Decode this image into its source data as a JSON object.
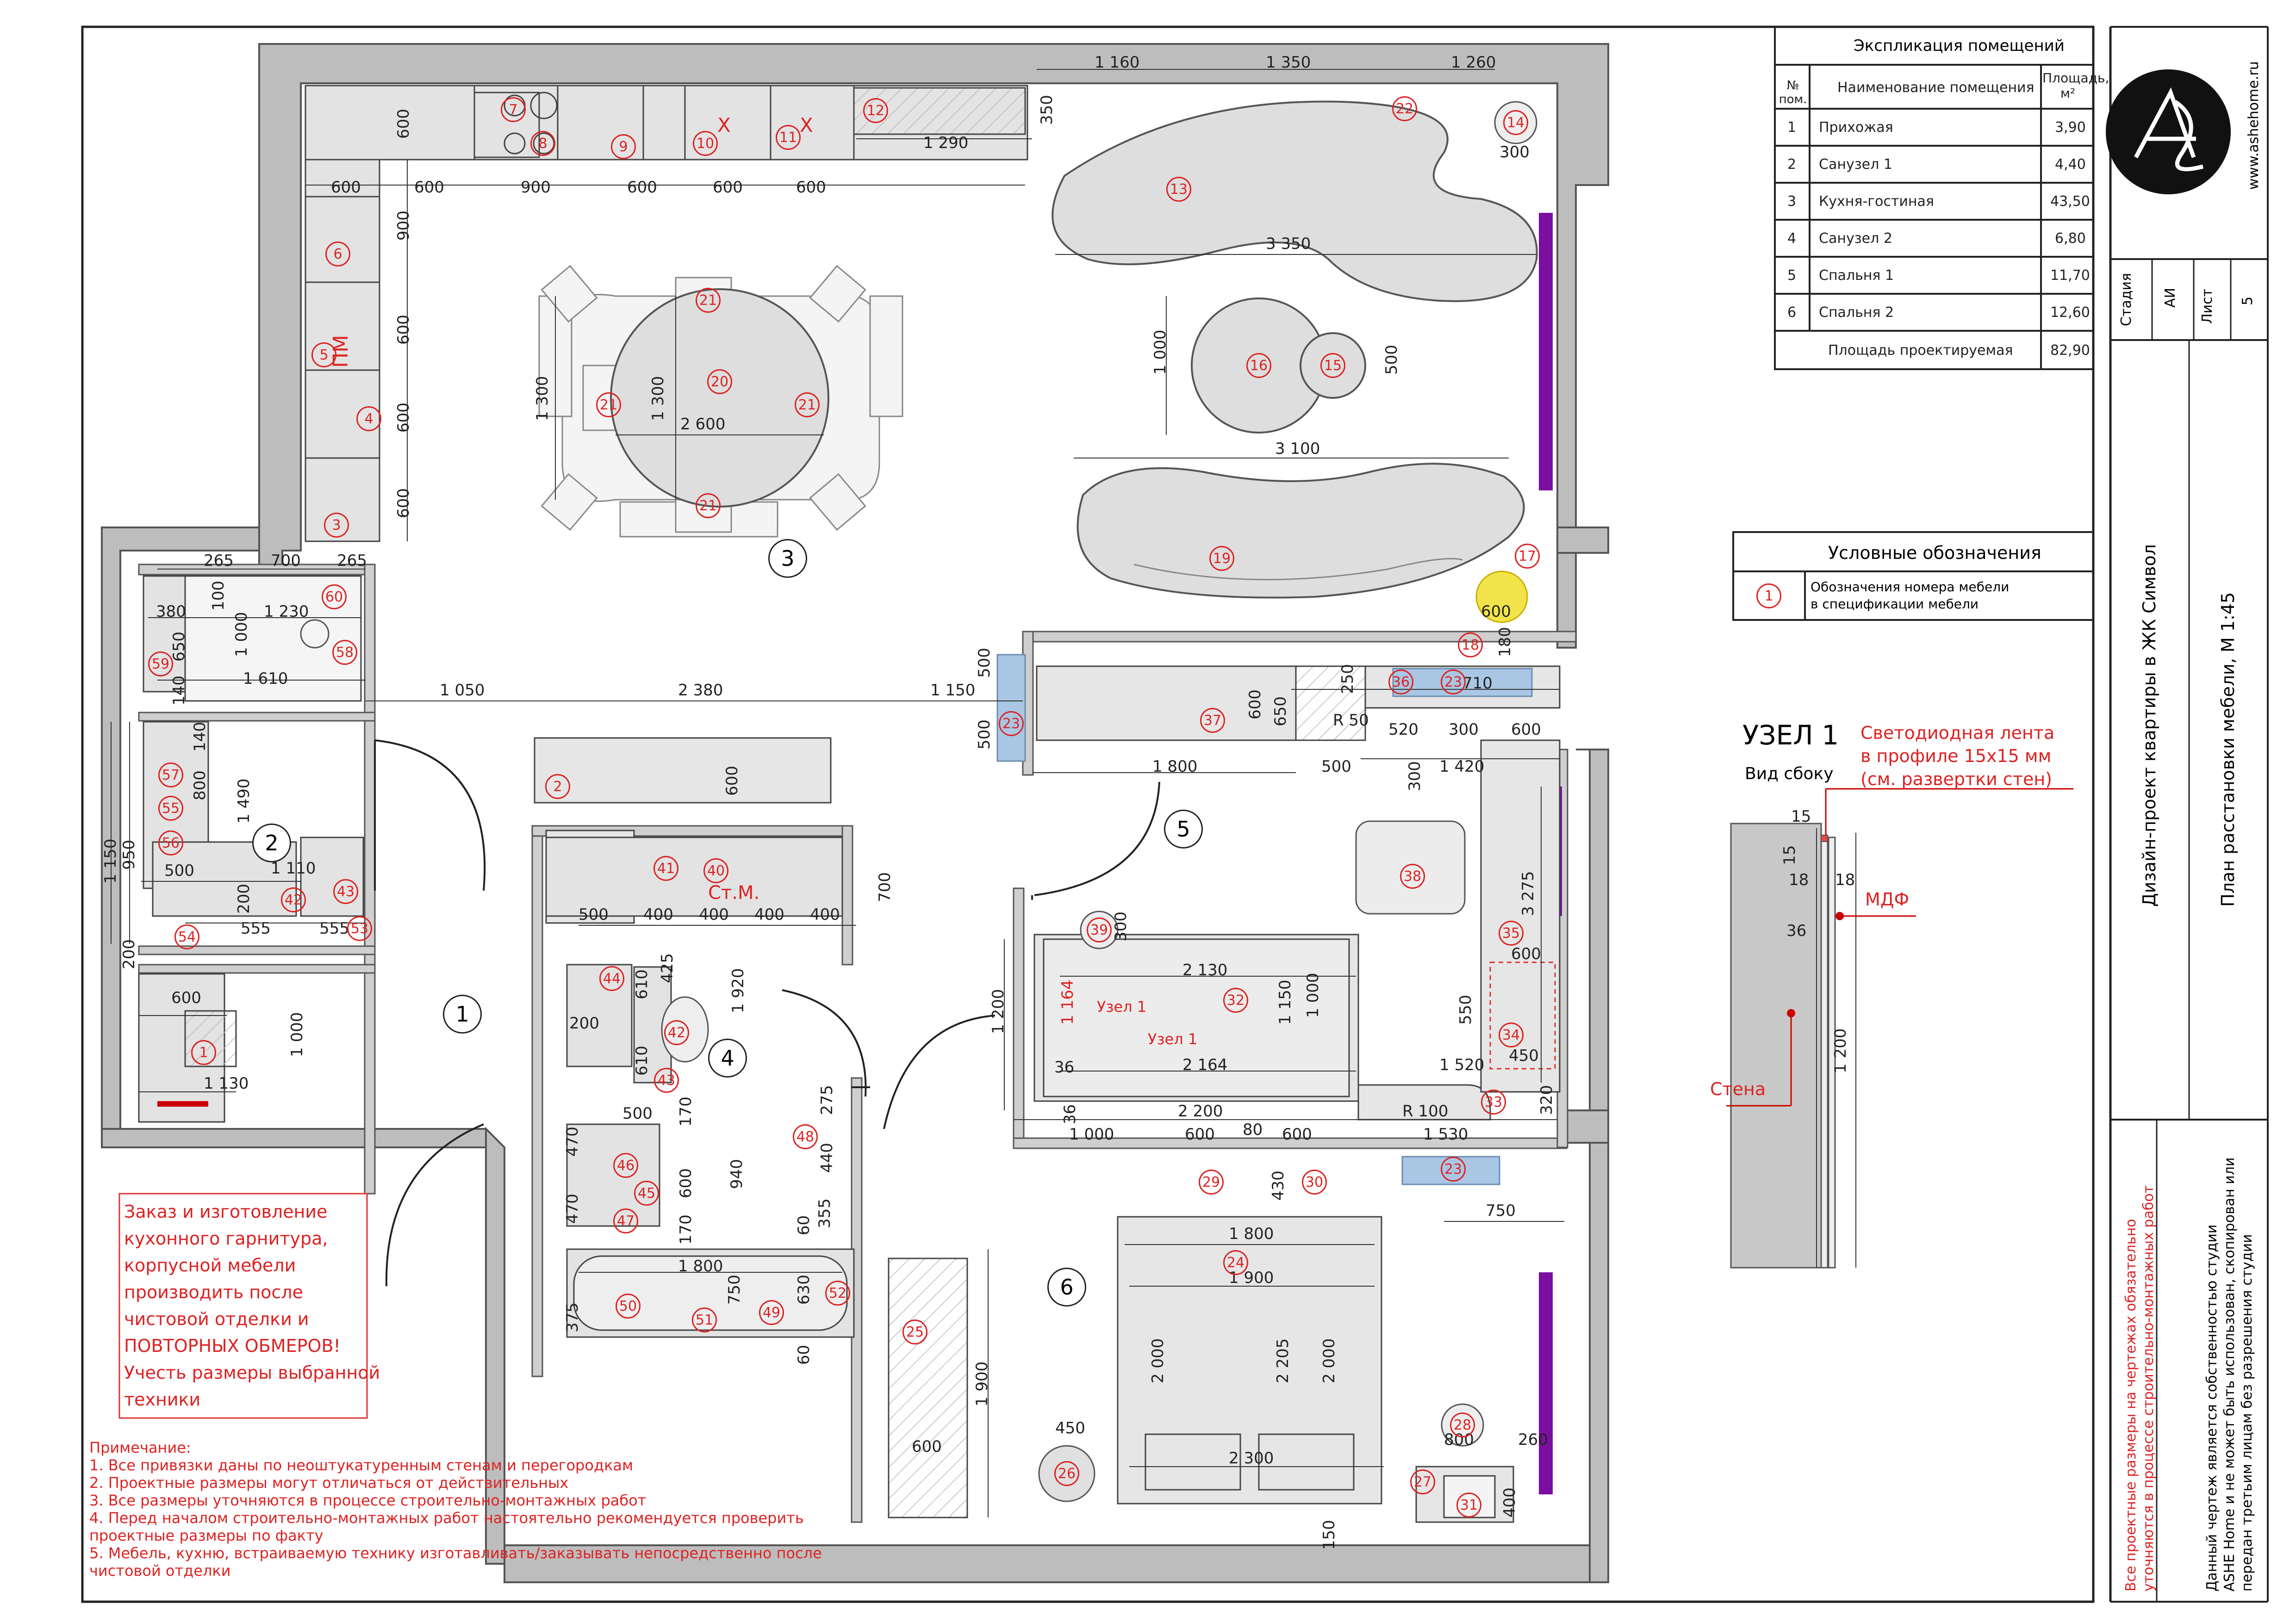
{
  "room_table": {
    "title": "Экспликация помещений",
    "headers": [
      "№ пом.",
      "Наименование помещения",
      "Площадь, м²"
    ],
    "rows": [
      {
        "num": "1",
        "name": "Прихожая",
        "area": "3,90"
      },
      {
        "num": "2",
        "name": "Санузел 1",
        "area": "4,40"
      },
      {
        "num": "3",
        "name": "Кухня-гостиная",
        "area": "43,50"
      },
      {
        "num": "4",
        "name": "Санузел 2",
        "area": "6,80"
      },
      {
        "num": "5",
        "name": "Спальня 1",
        "area": "11,70"
      },
      {
        "num": "6",
        "name": "Спальня 2",
        "area": "12,60"
      }
    ],
    "total_label": "Площадь проектируемая",
    "total_value": "82,90"
  },
  "legend": {
    "title": "Условные обозначения",
    "symbol": "1",
    "text_line1": "Обозначения номера мебели",
    "text_line2": "в спецификации мебели"
  },
  "stamp": {
    "stage_label": "Стадия",
    "stage_value": "АИ",
    "sheet_label": "Лист",
    "sheet_value": "5",
    "website": "www.ashehome.ru",
    "project_title": "Дизайн-проект квартиры в ЖК Символ",
    "sheet_title": "План расстановки мебели, М 1:45"
  },
  "disclaimer": {
    "red_line1": "Все проектные размеры на чертежах обязательно",
    "red_line2": "уточняются в процессе строительно-монтажных работ",
    "black_line1": "Данный чертеж является собственностью студии",
    "black_line2": "ASHE Home и не может быть использован, скопирован или",
    "black_line3": "передан третьим лицам без разрешения студии"
  },
  "node": {
    "title": "УЗЕЛ 1",
    "subtitle": "Вид сбоку",
    "led_line1": "Светодиодная лента",
    "led_line2": "в профиле 15х15 мм",
    "led_line3": "(см. развертки стен)",
    "mdf_label": "МДФ",
    "wall_label": "Стена",
    "dims": [
      "15",
      "15",
      "18",
      "18",
      "36",
      "1 200"
    ]
  },
  "order_note": {
    "lines": [
      "Заказ и изготовление",
      "кухонного гарнитура,",
      "корпусной мебели",
      "производить после",
      "чистовой отделки и",
      "ПОВТОРНЫХ ОБМЕРОВ!",
      "Учесть размеры выбранной",
      "техники"
    ]
  },
  "notes": {
    "title": "Примечание:",
    "items": [
      "1. Все привязки даны по неоштукатуренным стенам и перегородкам",
      "2. Проектные размеры могут отличаться от действительных",
      "3. Все размеры уточняются в процессе строительно-монтажных работ",
      "4. Перед началом строительно-монтажных работ настоятельно рекомендуется проверить",
      "проектные размеры по факту",
      "5. Мебель, кухню, встраиваемую технику изготавливать/заказывать непосредственно после",
      "чистовой отделки"
    ]
  },
  "rooms": [
    "1",
    "2",
    "3",
    "4",
    "5",
    "6"
  ],
  "plan_labels": {
    "pm": "ПМ",
    "stm": "Ст.М.",
    "node1": "Узел 1",
    "x_mark": "X"
  },
  "dimensions": {
    "kitchen_top": [
      "600",
      "600",
      "900",
      "600",
      "600",
      "600"
    ],
    "kitchen_left": [
      "600",
      "900",
      "600",
      "600",
      "600"
    ],
    "top_right": [
      "1 160",
      "1 350",
      "1 260",
      "1 290",
      "350",
      "300"
    ],
    "living": [
      "3 350",
      "3 100",
      "1 000",
      "500",
      "600",
      "180"
    ],
    "table": [
      "1 300",
      "1 300",
      "2 600"
    ],
    "hall": [
      "1 050",
      "2 380",
      "1 150",
      "500",
      "500"
    ],
    "bath1": [
      "265",
      "700",
      "265",
      "380",
      "100",
      "1 230",
      "1 000",
      "650",
      "140",
      "1 610",
      "800",
      "140",
      "1 490",
      "500",
      "200",
      "555",
      "555",
      "1 150",
      "950",
      "200",
      "1 110"
    ],
    "entry": [
      "600",
      "1 000",
      "1 130"
    ],
    "bath2_top": [
      "500",
      "400",
      "400",
      "400",
      "400",
      "700",
      "600"
    ],
    "bath2": [
      "425",
      "610",
      "200",
      "610",
      "1 920",
      "500",
      "470",
      "470",
      "375",
      "170",
      "940",
      "600",
      "170",
      "1 800",
      "750",
      "630",
      "60",
      "60",
      "355",
      "440",
      "275"
    ],
    "bedroom1": [
      "1 800",
      "500",
      "520",
      "300",
      "600",
      "710",
      "250",
      "600",
      "650",
      "1 420",
      "300",
      "3 275",
      "2 130",
      "1 150",
      "1 000",
      "1 164",
      "2 164",
      "1 200",
      "36",
      "36",
      "2 200",
      "1 520",
      "450",
      "550",
      "600",
      "320",
      "1 530",
      "R 50",
      "R 100",
      "300"
    ],
    "bedroom2": [
      "1 000",
      "600",
      "80",
      "600",
      "430",
      "750",
      "1 800",
      "1 900",
      "2 000",
      "2 205",
      "2 000",
      "2 300",
      "1 900",
      "600",
      "450",
      "800",
      "260",
      "400",
      "150"
    ]
  },
  "furniture_numbers": [
    "1",
    "2",
    "3",
    "4",
    "5",
    "6",
    "7",
    "8",
    "9",
    "10",
    "11",
    "12",
    "13",
    "14",
    "15",
    "16",
    "17",
    "18",
    "19",
    "20",
    "21",
    "21",
    "21",
    "21",
    "22",
    "23",
    "23",
    "23",
    "23",
    "24",
    "25",
    "26",
    "27",
    "28",
    "29",
    "30",
    "31",
    "32",
    "33",
    "34",
    "35",
    "36",
    "37",
    "38",
    "39",
    "40",
    "41",
    "42",
    "42",
    "43",
    "43",
    "44",
    "45",
    "46",
    "47",
    "48",
    "49",
    "50",
    "51",
    "52",
    "53",
    "54",
    "55",
    "56",
    "57",
    "58",
    "59",
    "60"
  ]
}
